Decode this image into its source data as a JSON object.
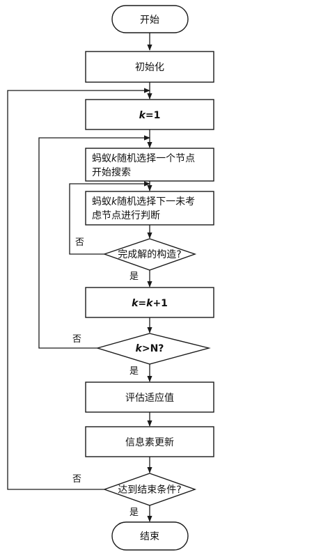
{
  "nodes": {
    "start": "开始",
    "init": "初始化",
    "k_init": {
      "var": "k",
      "rest": "=1"
    },
    "ant_select_start": {
      "line1_pre": "蚂蚁",
      "line1_var": "k",
      "line1_post": "随机选择一个节点",
      "line2": "开始搜索"
    },
    "ant_select_next": {
      "line1_pre": "蚂蚁",
      "line1_var": "k",
      "line1_post": "随机选择下一未考",
      "line2": "虑节点进行判断"
    },
    "construct_done": "完成解的构造?",
    "k_increment": {
      "var1": "k",
      "mid": "=",
      "var2": "k",
      "rest": "+1"
    },
    "k_check": {
      "var": "k",
      "rest": ">N?"
    },
    "evaluate": "评估适应值",
    "pheromone_update": "信息素更新",
    "end_condition": "达到结束条件?",
    "end": "结束"
  },
  "edge_labels": {
    "construct_no": "否",
    "construct_yes": "是",
    "k_check_no": "否",
    "k_check_yes": "是",
    "end_no": "否",
    "end_yes": "是"
  },
  "colors": {
    "stroke": "#1a1a1a",
    "fill": "#ffffff",
    "text": "#111111"
  }
}
